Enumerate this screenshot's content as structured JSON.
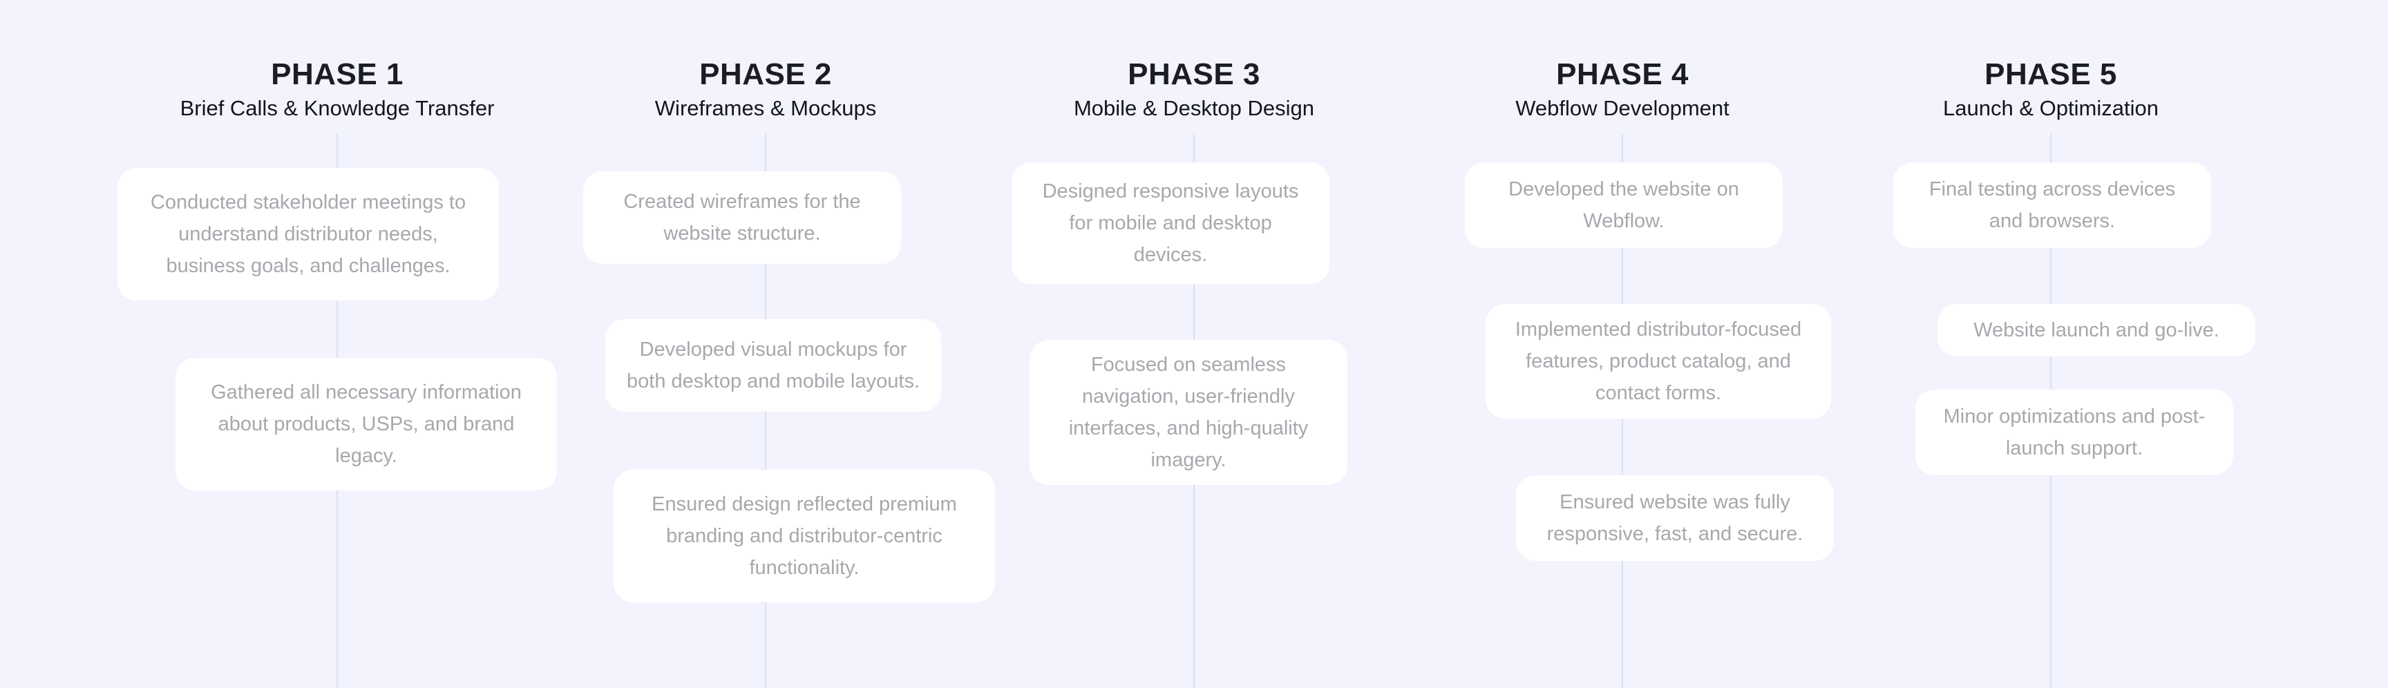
{
  "phases": [
    {
      "title": "PHASE 1",
      "subtitle": "Brief Calls & Knowledge Transfer",
      "cards": [
        "Conducted stakeholder meetings to understand distributor needs, business goals, and challenges.",
        "Gathered all necessary information about products, USPs, and brand legacy."
      ]
    },
    {
      "title": "PHASE 2",
      "subtitle": "Wireframes & Mockups",
      "cards": [
        "Created wireframes for the website structure.",
        "Developed visual mockups for both desktop and mobile layouts.",
        "Ensured design reflected premium branding and distributor-centric functionality."
      ]
    },
    {
      "title": "PHASE 3",
      "subtitle": "Mobile & Desktop Design",
      "cards": [
        "Designed responsive layouts for mobile and desktop devices.",
        "Focused on seamless navigation, user-friendly interfaces, and high-quality imagery."
      ]
    },
    {
      "title": "PHASE 4",
      "subtitle": "Webflow Development",
      "cards": [
        "Developed the website on Webflow.",
        "Implemented distributor-focused features, product catalog, and contact forms.",
        "Ensured website was fully responsive, fast, and secure."
      ]
    },
    {
      "title": "PHASE 5",
      "subtitle": "Launch & Optimization",
      "cards": [
        "Final testing across devices and browsers.",
        "Website launch and go-live.",
        "Minor optimizations and post-launch support."
      ]
    }
  ]
}
